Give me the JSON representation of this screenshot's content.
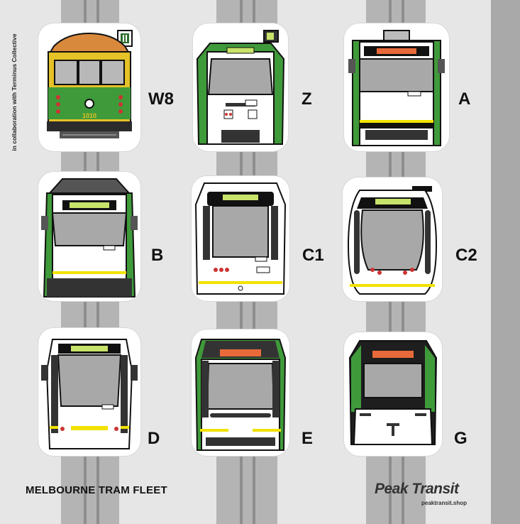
{
  "credit": "in collaboration with Terminus Collective",
  "fleet_title": "MELBOURNE TRAM FLEET",
  "brand": {
    "name": "Peak Transit",
    "url": "peaktransit.shop"
  },
  "colors": {
    "green": "#3f9a3a",
    "dark_green": "#2b6e2b",
    "yellow": "#f2e200",
    "destination_orange": "#e86a3a",
    "destination_yellow": "#cddc39",
    "background": "#e6e6e6",
    "track": "#b4b4b4"
  },
  "trams": [
    {
      "model": "W8",
      "icon": "w-class-tram-icon"
    },
    {
      "model": "Z",
      "icon": "z-class-tram-icon"
    },
    {
      "model": "A",
      "icon": "a-class-tram-icon"
    },
    {
      "model": "B",
      "icon": "b-class-tram-icon"
    },
    {
      "model": "C1",
      "icon": "c1-class-tram-icon"
    },
    {
      "model": "C2",
      "icon": "c2-class-tram-icon"
    },
    {
      "model": "D",
      "icon": "d-class-tram-icon"
    },
    {
      "model": "E",
      "icon": "e-class-tram-icon"
    },
    {
      "model": "G",
      "icon": "g-class-tram-icon"
    }
  ]
}
